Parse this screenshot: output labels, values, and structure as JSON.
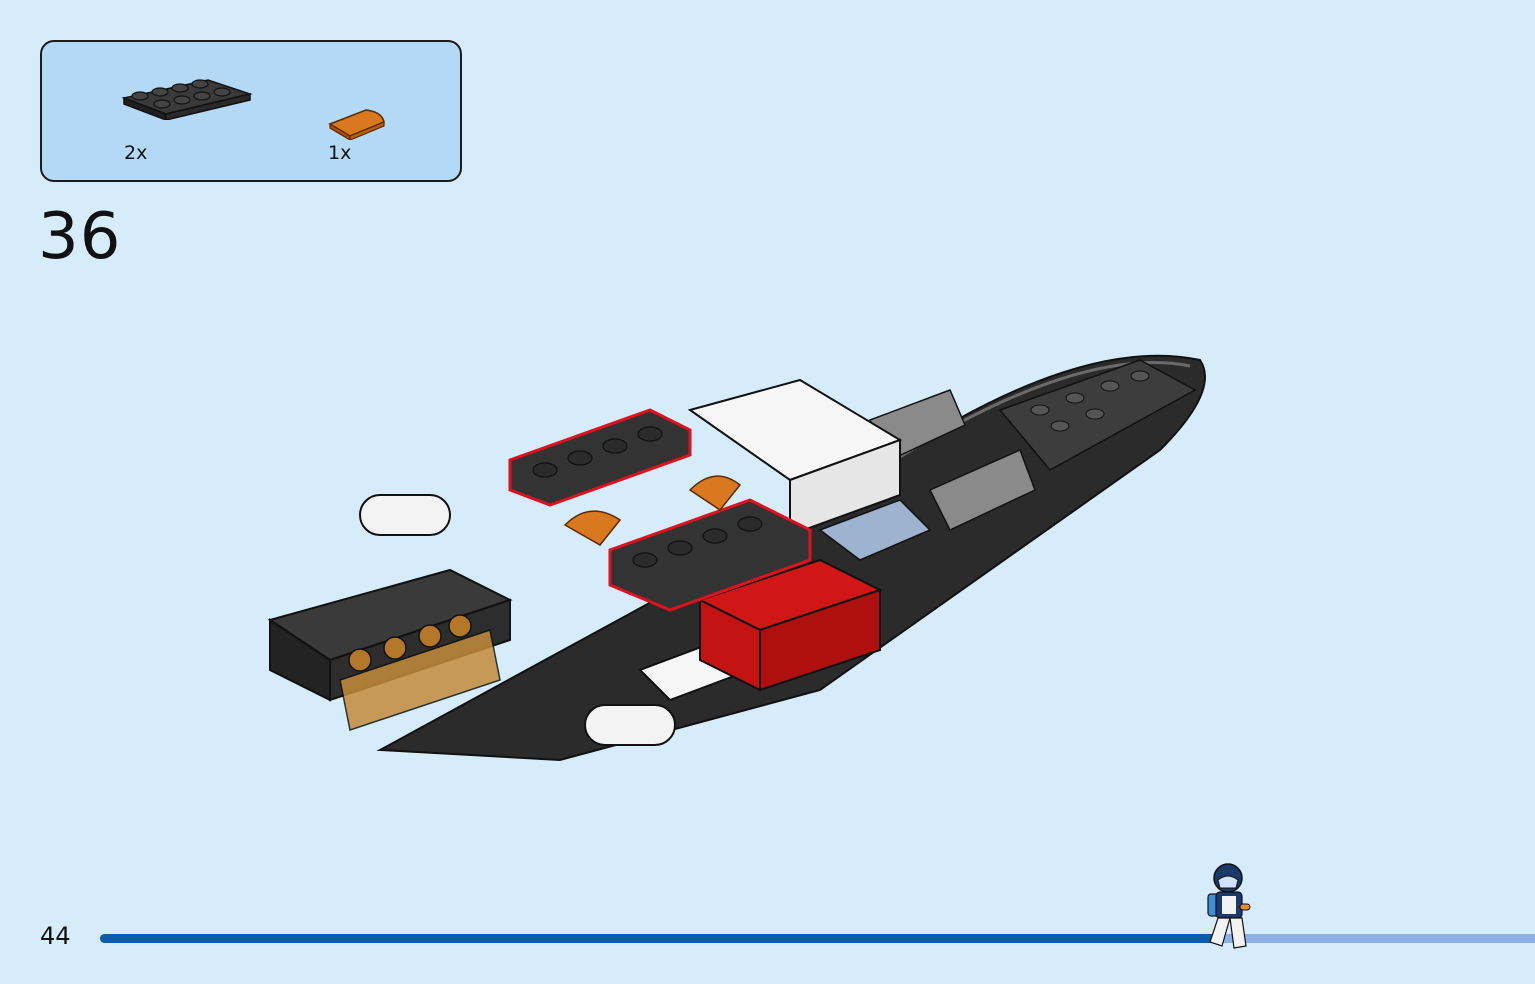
{
  "parts_box": {
    "parts": [
      {
        "icon": "dark-gray-plate-2x4-icon",
        "quantity": "2x"
      },
      {
        "icon": "orange-round-tile-quarter-icon",
        "quantity": "1x"
      }
    ]
  },
  "step": {
    "number": "36"
  },
  "page": {
    "number": "44"
  },
  "progress": {
    "fraction": 0.78,
    "figure_icon": "minifigure-astronaut-walking-icon"
  },
  "colors": {
    "background": "#d6ecfb",
    "parts_box": "#b3d9f6",
    "progress_done": "#0b5cad",
    "progress_remaining": "#8fb0e2",
    "highlight_outline": "#e0101f"
  },
  "model": {
    "icon": "lego-boat-assembly-icon"
  }
}
